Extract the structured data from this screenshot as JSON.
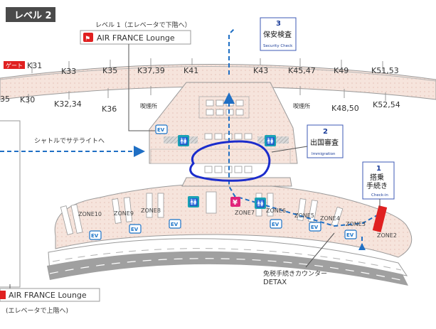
{
  "level_badge": "レベル 2",
  "gate_badge": "ゲート",
  "gates": {
    "k31": "K31",
    "k30": "K30",
    "k33": "K33",
    "k32_34": "K32,34",
    "k35": "K35",
    "k36": "K36",
    "k37_39": "K37,39",
    "k41": "K41",
    "k43": "K43",
    "k45_47": "K45,47",
    "k49": "K49",
    "k48_50": "K48,50",
    "k51_53": "K51,53",
    "k52_54": "K52,54",
    "partial_35": "35"
  },
  "smoking_left": "喫煙所",
  "smoking_right": "喫煙所",
  "lounge_top": {
    "note": "レベル 1（エレベータで下階へ）",
    "name": "AIR FRANCE Lounge"
  },
  "lounge_bottom": {
    "name": "AIR FRANCE Lounge",
    "note": "(エレベータで上階へ)"
  },
  "shuttle_label": "シャトルでサテライトへ",
  "security": {
    "number": "3",
    "title": "保安検査",
    "subtitle": "Security Check"
  },
  "immigration": {
    "number": "2",
    "title": "出国審査",
    "subtitle": "Immigration"
  },
  "checkin": {
    "number": "1",
    "title_line1": "搭乗",
    "title_line2": "手続き",
    "subtitle": "Check-in"
  },
  "zones": {
    "z10": "ZONE10",
    "z9": "ZONE9",
    "z8": "ZONE8",
    "z7": "ZONE7",
    "z6": "ZONE6",
    "z5": "ZONE5",
    "z4": "ZONE4",
    "z3": "ZONE3",
    "z2": "ZONE2"
  },
  "detax": {
    "line1": "免税手続きカウンター",
    "line2": "DETAX"
  },
  "ev_label": "EV",
  "yen_label": "¥",
  "colors": {
    "terminal_fill": "#f7e6e0",
    "terminal_stroke": "#9a9a9a",
    "road": "#9a9a9a",
    "route_blue": "#1f6fc4",
    "highlight_circle": "#1b2ccc",
    "checkin_red": "#e02020",
    "badge_dark": "#4a4a4a",
    "toilet_teal": "#1aa2b4",
    "yen_pink": "#e0247a"
  }
}
